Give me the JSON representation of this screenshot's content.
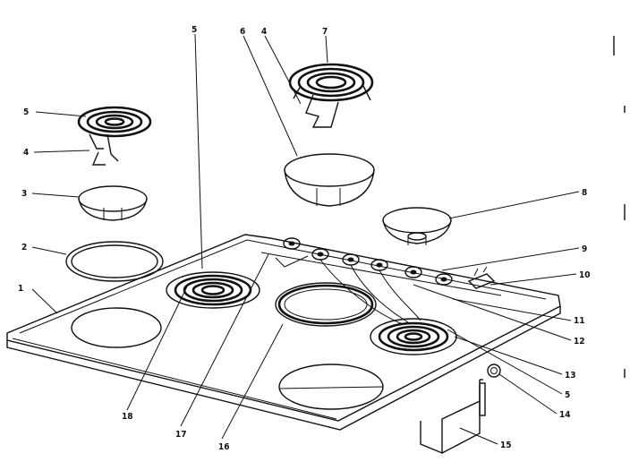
{
  "diagram": {
    "callouts": [
      {
        "id": "c1",
        "text": "1"
      },
      {
        "id": "c2",
        "text": "2"
      },
      {
        "id": "c3",
        "text": "3"
      },
      {
        "id": "c4a",
        "text": "4"
      },
      {
        "id": "c5a",
        "text": "5"
      },
      {
        "id": "c5b",
        "text": "5"
      },
      {
        "id": "c6",
        "text": "6"
      },
      {
        "id": "c4b",
        "text": "4"
      },
      {
        "id": "c7",
        "text": "7"
      },
      {
        "id": "c8",
        "text": "8"
      },
      {
        "id": "c9",
        "text": "9"
      },
      {
        "id": "c10",
        "text": "10"
      },
      {
        "id": "c11",
        "text": "11"
      },
      {
        "id": "c12",
        "text": "12"
      },
      {
        "id": "c13",
        "text": "13"
      },
      {
        "id": "c5c",
        "text": "5"
      },
      {
        "id": "c14",
        "text": "14"
      },
      {
        "id": "c15",
        "text": "15"
      },
      {
        "id": "c16",
        "text": "16"
      },
      {
        "id": "c17",
        "text": "17"
      },
      {
        "id": "c18",
        "text": "18"
      }
    ]
  }
}
